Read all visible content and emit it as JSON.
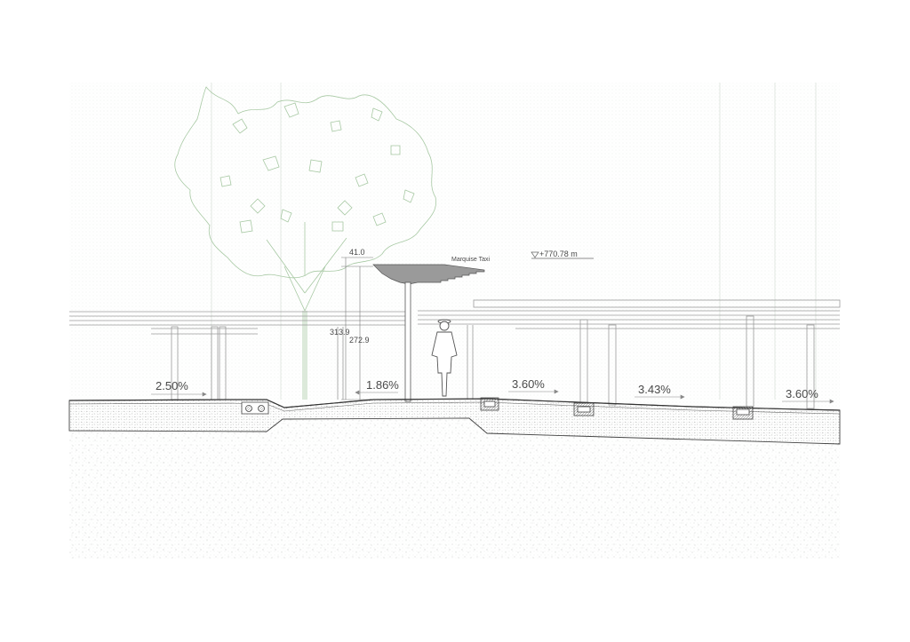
{
  "labels": {
    "marquise": "Marquise Taxi",
    "elevation": "+770.78 m"
  },
  "dimensions": {
    "top": "41.0",
    "mid": "313.9",
    "low": "272.9"
  },
  "slopes": [
    {
      "id": "slope-1",
      "text": "2.50%"
    },
    {
      "id": "slope-2",
      "text": "1.86%"
    },
    {
      "id": "slope-3",
      "text": "3.60%"
    },
    {
      "id": "slope-4",
      "text": "3.43%"
    },
    {
      "id": "slope-5",
      "text": "3.60%"
    }
  ],
  "colors": {
    "line": "#5a5a5a",
    "tree": "#a8c9a4",
    "background_hatch": "#e6ede6",
    "soil_dot": "#b5b5b5",
    "marquise_fill": "#9a9a9a"
  }
}
